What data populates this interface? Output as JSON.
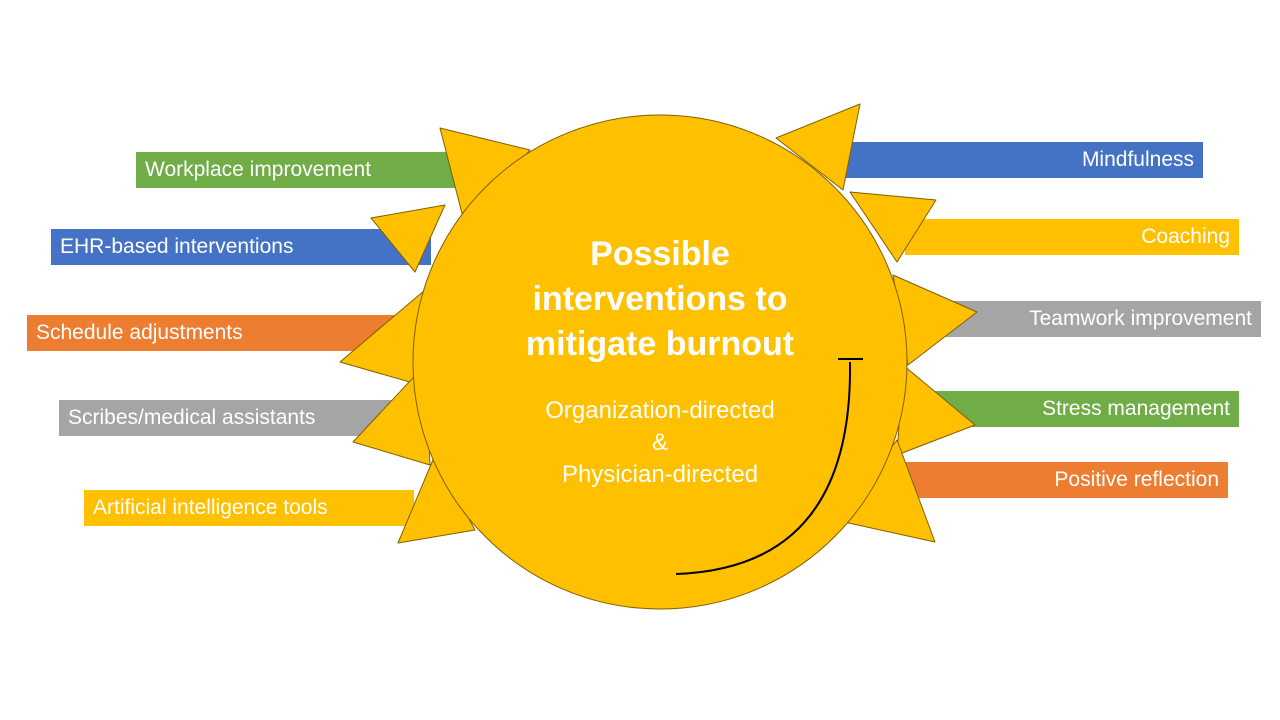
{
  "colors": {
    "green": "#70ad47",
    "blue": "#4472c4",
    "orange": "#ed7d31",
    "gray": "#a5a5a5",
    "yellow": "#ffc000",
    "sun_fill": "#ffc000",
    "sun_stroke": "#7f6000",
    "text": "#ffffff"
  },
  "center": {
    "title_lines": [
      "Possible",
      "interventions to",
      "mitigate burnout"
    ],
    "subtitle_line1": "Organization-directed",
    "subtitle_line2": "&",
    "subtitle_line3": "Physician-directed"
  },
  "left_items": [
    {
      "label": "Workplace improvement",
      "color": "#70ad47"
    },
    {
      "label": "EHR-based interventions",
      "color": "#4472c4"
    },
    {
      "label": "Schedule adjustments",
      "color": "#ed7d31"
    },
    {
      "label": "Scribes/medical assistants",
      "color": "#a5a5a5"
    },
    {
      "label": "Artificial intelligence tools",
      "color": "#ffc000"
    }
  ],
  "right_items": [
    {
      "label": "Mindfulness",
      "color": "#4472c4"
    },
    {
      "label": "Coaching",
      "color": "#ffc000"
    },
    {
      "label": "Teamwork improvement",
      "color": "#a5a5a5"
    },
    {
      "label": "Stress management",
      "color": "#70ad47"
    },
    {
      "label": "Positive reflection",
      "color": "#ed7d31"
    }
  ]
}
